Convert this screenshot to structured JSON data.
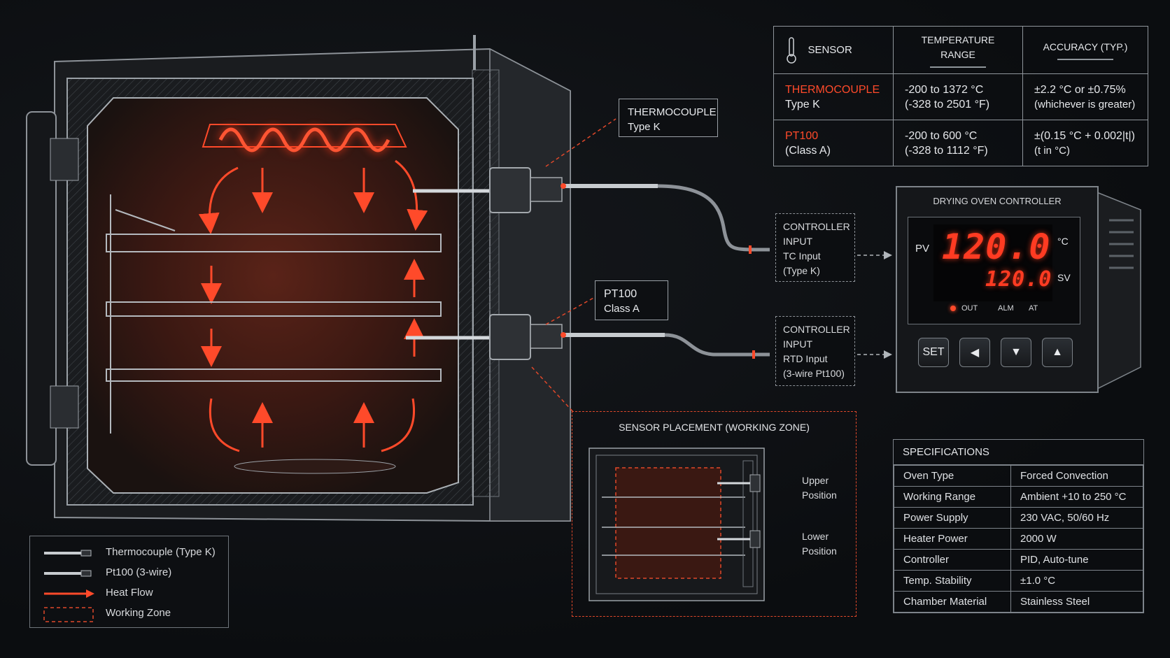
{
  "colors": {
    "accent_red": "#ff4a2a",
    "line": "#9aa0a6",
    "background": "#0c0e11"
  },
  "callouts": {
    "thermocouple": {
      "line1": "THERMOCOUPLE",
      "line2": "Type K"
    },
    "pt100": {
      "line1": "PT100",
      "line2": "Class A"
    }
  },
  "controller_inputs": [
    {
      "title1": "CONTROLLER",
      "title2": "INPUT",
      "sub1": "TC Input",
      "sub2": "(Type K)"
    },
    {
      "title1": "CONTROLLER",
      "title2": "INPUT",
      "sub1": "RTD Input",
      "sub2": "(3-wire Pt100)"
    }
  ],
  "sensor_table": {
    "icon": "thermometer-icon",
    "headers": [
      "SENSOR",
      "TEMPERATURE RANGE",
      "ACCURACY (TYP.)"
    ],
    "rows": [
      {
        "name": "THERMOCOUPLE",
        "sub": "Type K",
        "range1": "-200 to 1372 °C",
        "range2": "(-328 to 2501 °F)",
        "acc1": "±2.2 °C or ±0.75%",
        "acc2": "(whichever is greater)"
      },
      {
        "name": "PT100",
        "sub": "(Class A)",
        "range1": "-200 to 600 °C",
        "range2": "(-328 to 1112 °F)",
        "acc1": "±(0.15 °C + 0.002|t|)",
        "acc2": "(t in °C)"
      }
    ]
  },
  "controller": {
    "title": "DRYING OVEN CONTROLLER",
    "pv_label": "PV",
    "sv_label": "SV",
    "unit": "°C",
    "pv_value": "120.0",
    "sv_value": "120.0",
    "indicators": [
      "OUT",
      "ALM",
      "AT"
    ],
    "buttons": {
      "set": "SET",
      "left": "◀",
      "down": "▼",
      "up": "▲"
    }
  },
  "placement": {
    "title": "SENSOR PLACEMENT (WORKING ZONE)",
    "upper1": "Upper",
    "upper2": "Position",
    "lower1": "Lower",
    "lower2": "Position"
  },
  "specifications": {
    "title": "SPECIFICATIONS",
    "rows": [
      {
        "label": "Oven Type",
        "value": "Forced Convection"
      },
      {
        "label": "Working Range",
        "value": "Ambient +10 to 250 °C"
      },
      {
        "label": "Power Supply",
        "value": "230 VAC, 50/60 Hz"
      },
      {
        "label": "Heater Power",
        "value": "2000 W"
      },
      {
        "label": "Controller",
        "value": "PID, Auto-tune"
      },
      {
        "label": "Temp. Stability",
        "value": "±1.0 °C"
      },
      {
        "label": "Chamber Material",
        "value": "Stainless Steel"
      }
    ]
  },
  "legend": [
    "Thermocouple (Type K)",
    "Pt100 (3-wire)",
    "Heat Flow",
    "Working Zone"
  ]
}
